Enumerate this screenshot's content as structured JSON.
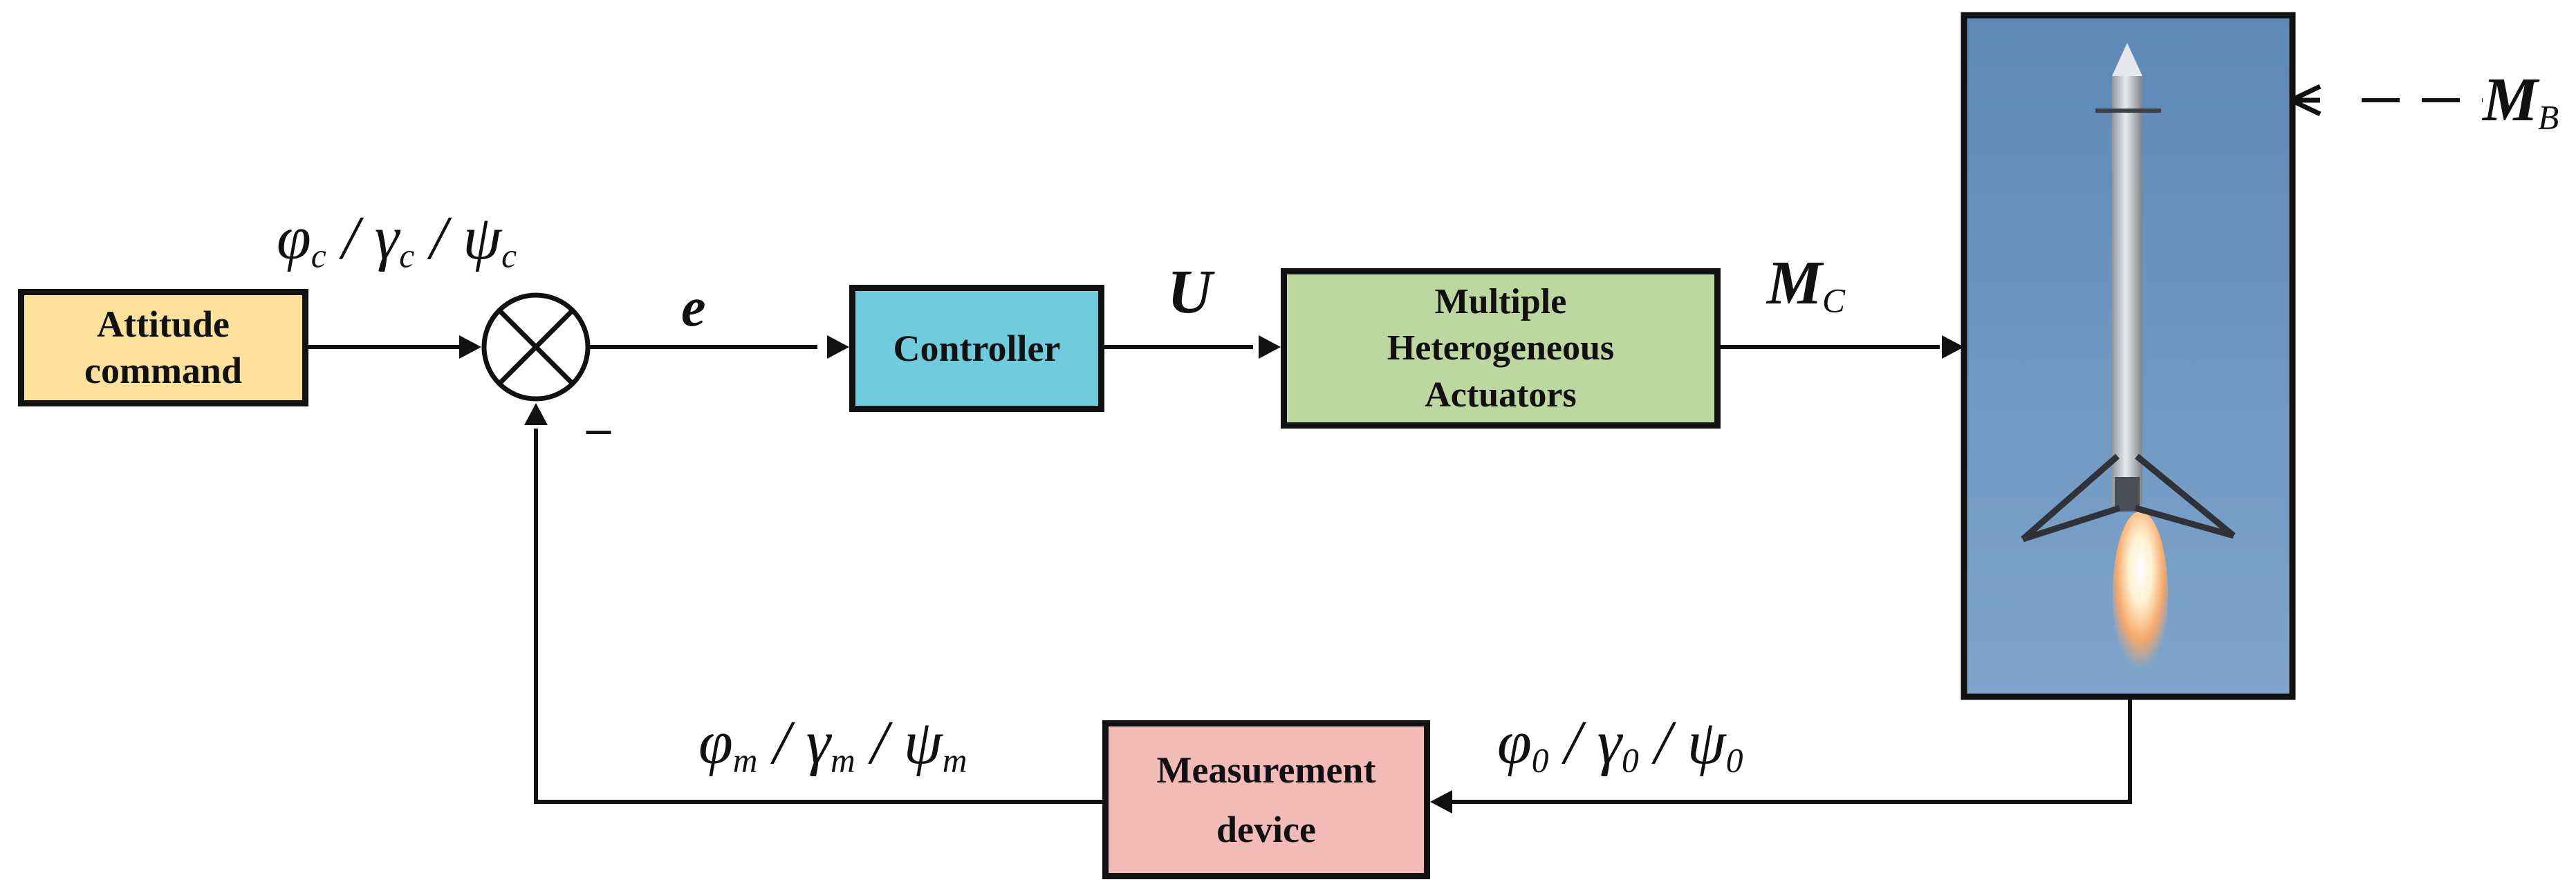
{
  "blocks": {
    "attitude_command": {
      "lines": [
        "Attitude",
        "command"
      ],
      "color": "#FBE199"
    },
    "controller": {
      "label": "Controller",
      "color": "#6ECCDD"
    },
    "actuators": {
      "lines": [
        "Multiple",
        "Heterogeneous",
        "Actuators"
      ],
      "color": "#BDD7A0"
    },
    "measurement": {
      "lines": [
        "Measurement",
        "device"
      ],
      "color": "#F3BBB7"
    }
  },
  "signals": {
    "command": {
      "p1": "φ",
      "s1": "c",
      "p2": "γ",
      "s2": "c",
      "p3": "ψ",
      "s3": "c",
      "sep": " / "
    },
    "error": "e",
    "minus": "–",
    "control": "U",
    "moment_c": {
      "main": "M",
      "sub": "C"
    },
    "moment_b": {
      "main": "M",
      "sub": "B"
    },
    "measured": {
      "p1": "φ",
      "s1": "m",
      "p2": "γ",
      "s2": "m",
      "p3": "ψ",
      "s3": "m",
      "sep": " / "
    },
    "actual": {
      "p1": "φ",
      "s1": "0",
      "p2": "γ",
      "s2": "0",
      "p3": "ψ",
      "s3": "0",
      "sep": " / "
    }
  },
  "plant": {
    "icon": "rocket-landing-photo",
    "sky_color": "#6E95BE"
  }
}
